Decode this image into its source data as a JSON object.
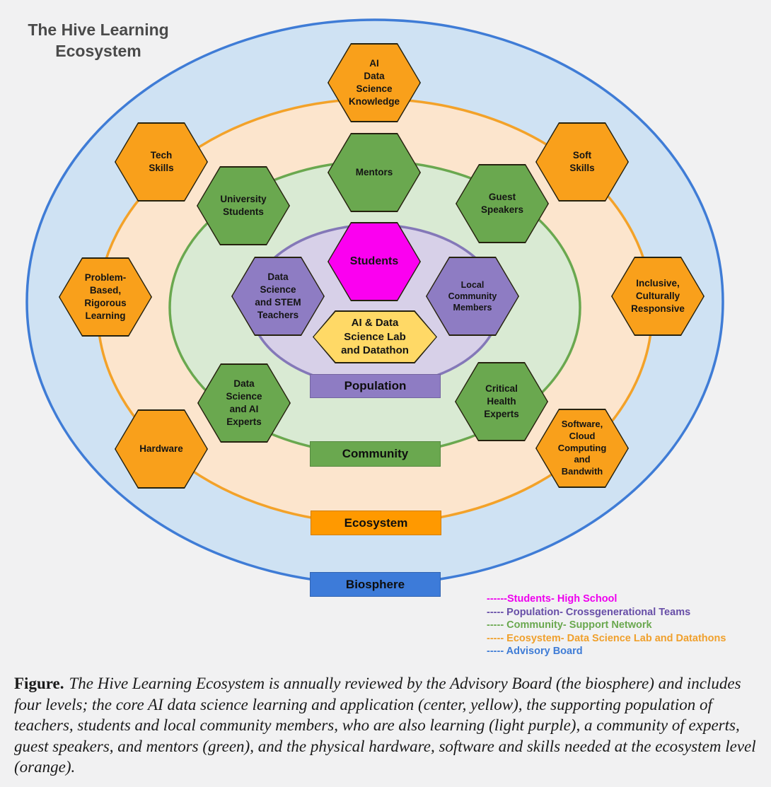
{
  "title": "The Hive Learning\nEcosystem",
  "rings": [
    {
      "name": "biosphere",
      "fill": "#cfe2f3",
      "stroke": "#3f7cd6"
    },
    {
      "name": "ecosystem",
      "fill": "#fce5cd",
      "stroke": "#f3a229"
    },
    {
      "name": "community",
      "fill": "#d9ead3",
      "stroke": "#6aa84f"
    },
    {
      "name": "population",
      "fill": "#d7d0e8",
      "stroke": "#8478b8"
    }
  ],
  "ring_labels": [
    {
      "label": "Population",
      "color": "#8e7cc3"
    },
    {
      "label": "Community",
      "color": "#6aa84f"
    },
    {
      "label": "Ecosystem",
      "color": "#ff9900"
    },
    {
      "label": "Biosphere",
      "color": "#3d7bd9"
    }
  ],
  "hexagons": [
    {
      "id": "ai-data-science-knowledge",
      "label": "AI\nData\nScience\nKnowledge",
      "color": "#f9a01b"
    },
    {
      "id": "tech-skills",
      "label": "Tech\nSkills",
      "color": "#f9a01b"
    },
    {
      "id": "soft-skills",
      "label": "Soft\nSkills",
      "color": "#f9a01b"
    },
    {
      "id": "problem-based-rigorous-learning",
      "label": "Problem-\nBased,\nRigorous\nLearning",
      "color": "#f9a01b"
    },
    {
      "id": "inclusive-culturally-responsive",
      "label": "Inclusive,\nCulturally\nResponsive",
      "color": "#f9a01b"
    },
    {
      "id": "hardware",
      "label": "Hardware",
      "color": "#f9a01b"
    },
    {
      "id": "software-cloud-computing-bandwith",
      "label": "Software,\nCloud\nComputing\nand\nBandwith",
      "color": "#f9a01b"
    },
    {
      "id": "mentors",
      "label": "Mentors",
      "color": "#6aa84f"
    },
    {
      "id": "university-students",
      "label": "University\nStudents",
      "color": "#6aa84f"
    },
    {
      "id": "guest-speakers",
      "label": "Guest\nSpeakers",
      "color": "#6aa84f"
    },
    {
      "id": "data-science-and-ai-experts",
      "label": "Data\nScience\nand AI\nExperts",
      "color": "#6aa84f"
    },
    {
      "id": "critical-health-experts",
      "label": "Critical\nHealth\nExperts",
      "color": "#6aa84f"
    },
    {
      "id": "data-science-and-stem-teachers",
      "label": "Data\nScience\nand STEM\nTeachers",
      "color": "#8e7cc3"
    },
    {
      "id": "local-community-members",
      "label": "Local\nCommunity\nMembers",
      "color": "#8e7cc3"
    },
    {
      "id": "students",
      "label": "Students",
      "color": "#fb00f0"
    },
    {
      "id": "ai-data-science-lab-and-datathon",
      "label": "AI & Data\nScience Lab\nand Datathon",
      "color": "#ffd966"
    }
  ],
  "legend": {
    "items": [
      {
        "text": "------Students- High School",
        "color": "#ee00ee"
      },
      {
        "text": "----- Population- Crossgenerational Teams",
        "color": "#674ea7"
      },
      {
        "text": "----- Community- Support Network",
        "color": "#6aa84f"
      },
      {
        "text": "----- Ecosystem- Data Science Lab and Datathons",
        "color": "#f0a02c"
      },
      {
        "text": "----- Advisory Board",
        "color": "#3f7cd6"
      }
    ]
  },
  "caption": {
    "label": "Figure.",
    "text": "The Hive Learning Ecosystem is annually reviewed by the Advisory Board (the biosphere) and includes four levels; the core AI data science learning and application (center, yellow), the supporting population of teachers, students and local community members, who are also learning (light purple), a community of experts, guest speakers, and mentors (green), and the physical hardware, software and skills needed at the ecosystem level (orange)."
  }
}
